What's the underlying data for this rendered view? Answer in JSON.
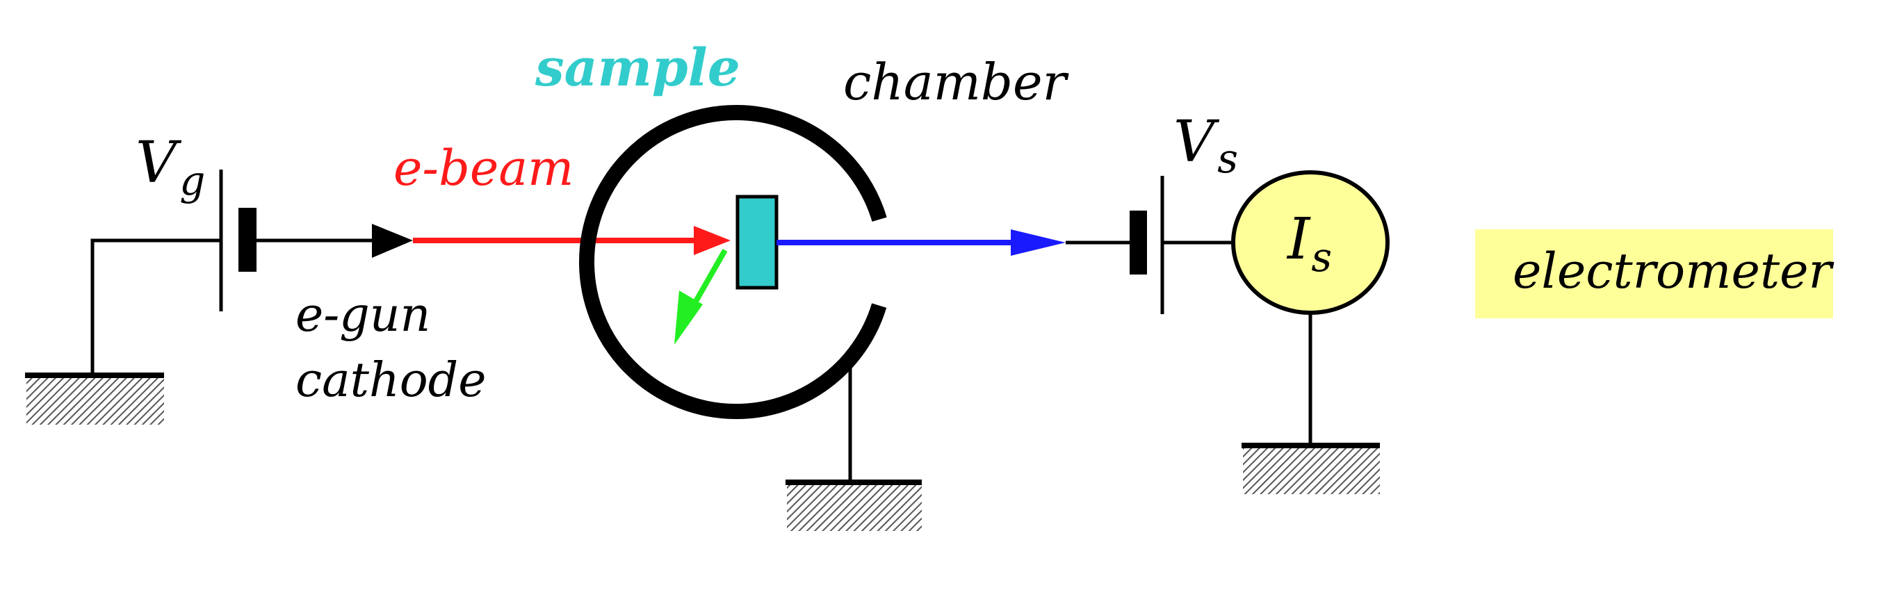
{
  "labels": {
    "vg_main": "V",
    "vg_sub": "g",
    "ebeam": "e-beam",
    "sample": "sample",
    "chamber": "chamber",
    "egun_line1": "e-gun",
    "egun_line2": "cathode",
    "vs_main": "V",
    "vs_sub": "s",
    "is_main": "I",
    "is_sub": "s",
    "electrometer": "electrometer"
  },
  "colors": {
    "wire": "#000000",
    "ebeam": "#ff1a1a",
    "sample_label": "#33cccc",
    "sample_fill": "#33cccc",
    "secondary_electrons": "#22ee22",
    "sample_current": "#1a1aff",
    "meter_fill": "#ffff99",
    "electrometer_bg": "#ffff99",
    "ground_hatch": "#555555"
  }
}
